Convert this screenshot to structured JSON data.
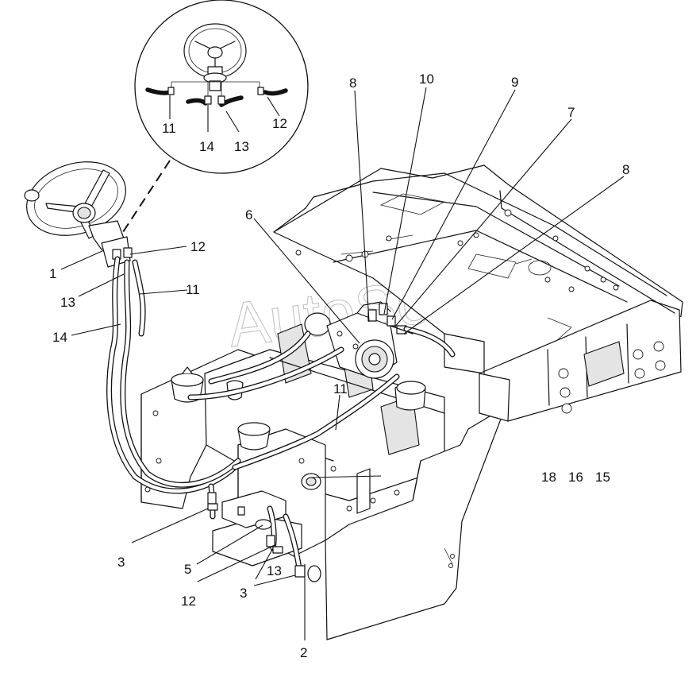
{
  "diagram": {
    "watermark": "AutoSoft",
    "labels": {
      "inset_11": "11",
      "inset_14": "14",
      "inset_13": "13",
      "inset_12": "12",
      "l8a": "8",
      "l10": "10",
      "l9": "9",
      "l7": "7",
      "l8b": "8",
      "l6": "6",
      "l12": "12",
      "l1": "1",
      "l13": "13",
      "l11a": "11",
      "l14": "14",
      "l11b": "11",
      "l18": "18",
      "l16": "16",
      "l15": "15",
      "l3a": "3",
      "l5": "5",
      "l12b": "12",
      "l13b": "13",
      "l3b": "3",
      "l2": "2"
    }
  }
}
